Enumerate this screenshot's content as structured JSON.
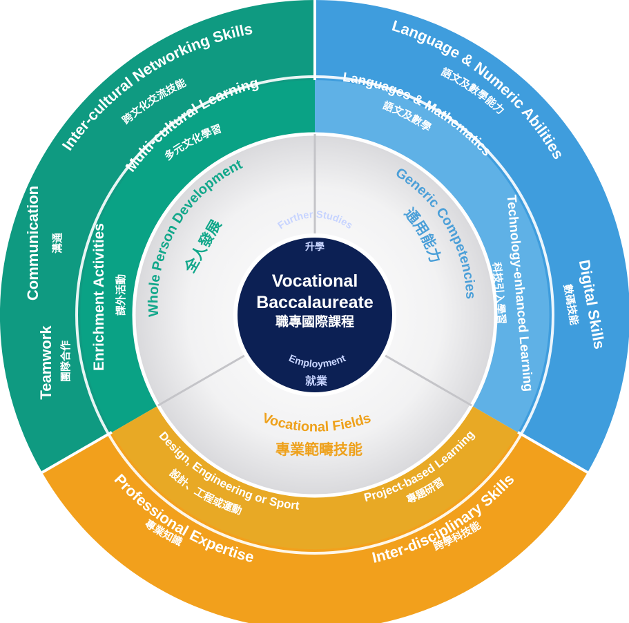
{
  "center": {
    "title_line1": "Vocational",
    "title_line2": "Baccalaureate",
    "title_zh": "職專國際課程",
    "top_en": "Further Studies",
    "top_zh": "升學",
    "bottom_en": "Employment",
    "bottom_zh": "就業"
  },
  "inner": {
    "whole_person": {
      "en": "Whole Person Development",
      "zh": "全人發展"
    },
    "generic": {
      "en": "Generic Competencies",
      "zh": "通用能力"
    },
    "vocational": {
      "en": "Vocational Fields",
      "zh": "專業範疇技能"
    }
  },
  "middle": {
    "multicultural": {
      "en": "Multi-cultural Learning",
      "zh": "多元文化學習"
    },
    "enrichment": {
      "en": "Enrichment Activities",
      "zh": "課外活動"
    },
    "languages": {
      "en": "Languages & Mathematics",
      "zh": "語文及數學"
    },
    "technology": {
      "en": "Technology-enhanced Learning",
      "zh": "科技引入學習"
    },
    "design": {
      "en": "Design, Engineering or Sport",
      "zh": "設計、工程或運動"
    },
    "project": {
      "en": "Project-based Learning",
      "zh": "專題研習"
    }
  },
  "outer": {
    "intercultural": {
      "en": "Inter-cultural Networking Skills",
      "zh": "跨文化交流技能"
    },
    "communication": {
      "en": "Communication",
      "zh": "溝通"
    },
    "teamwork": {
      "en": "Teamwork",
      "zh": "團隊合作"
    },
    "language_numeric": {
      "en": "Language & Numeric Abilities",
      "zh": "語文及數學能力"
    },
    "digital": {
      "en": "Digital Skills",
      "zh": "數碼技能"
    },
    "professional": {
      "en": "Professional Expertise",
      "zh": "專業知識"
    },
    "interdisciplinary": {
      "en": "Inter-disciplinary Skills",
      "zh": "跨學科技能"
    }
  },
  "colors": {
    "green_outer": "#0f9a81",
    "green_mid": "#0aa285",
    "green_text": "#11a78a",
    "blue_outer": "#3f9ddd",
    "blue_mid": "#5fb1e6",
    "blue_text": "#4b9fd8",
    "orange_outer": "#f2a01c",
    "orange_mid": "#e8a925",
    "orange_text": "#eea11c",
    "navy": "#0c2054",
    "inner_gray": "#e6e6e8"
  }
}
